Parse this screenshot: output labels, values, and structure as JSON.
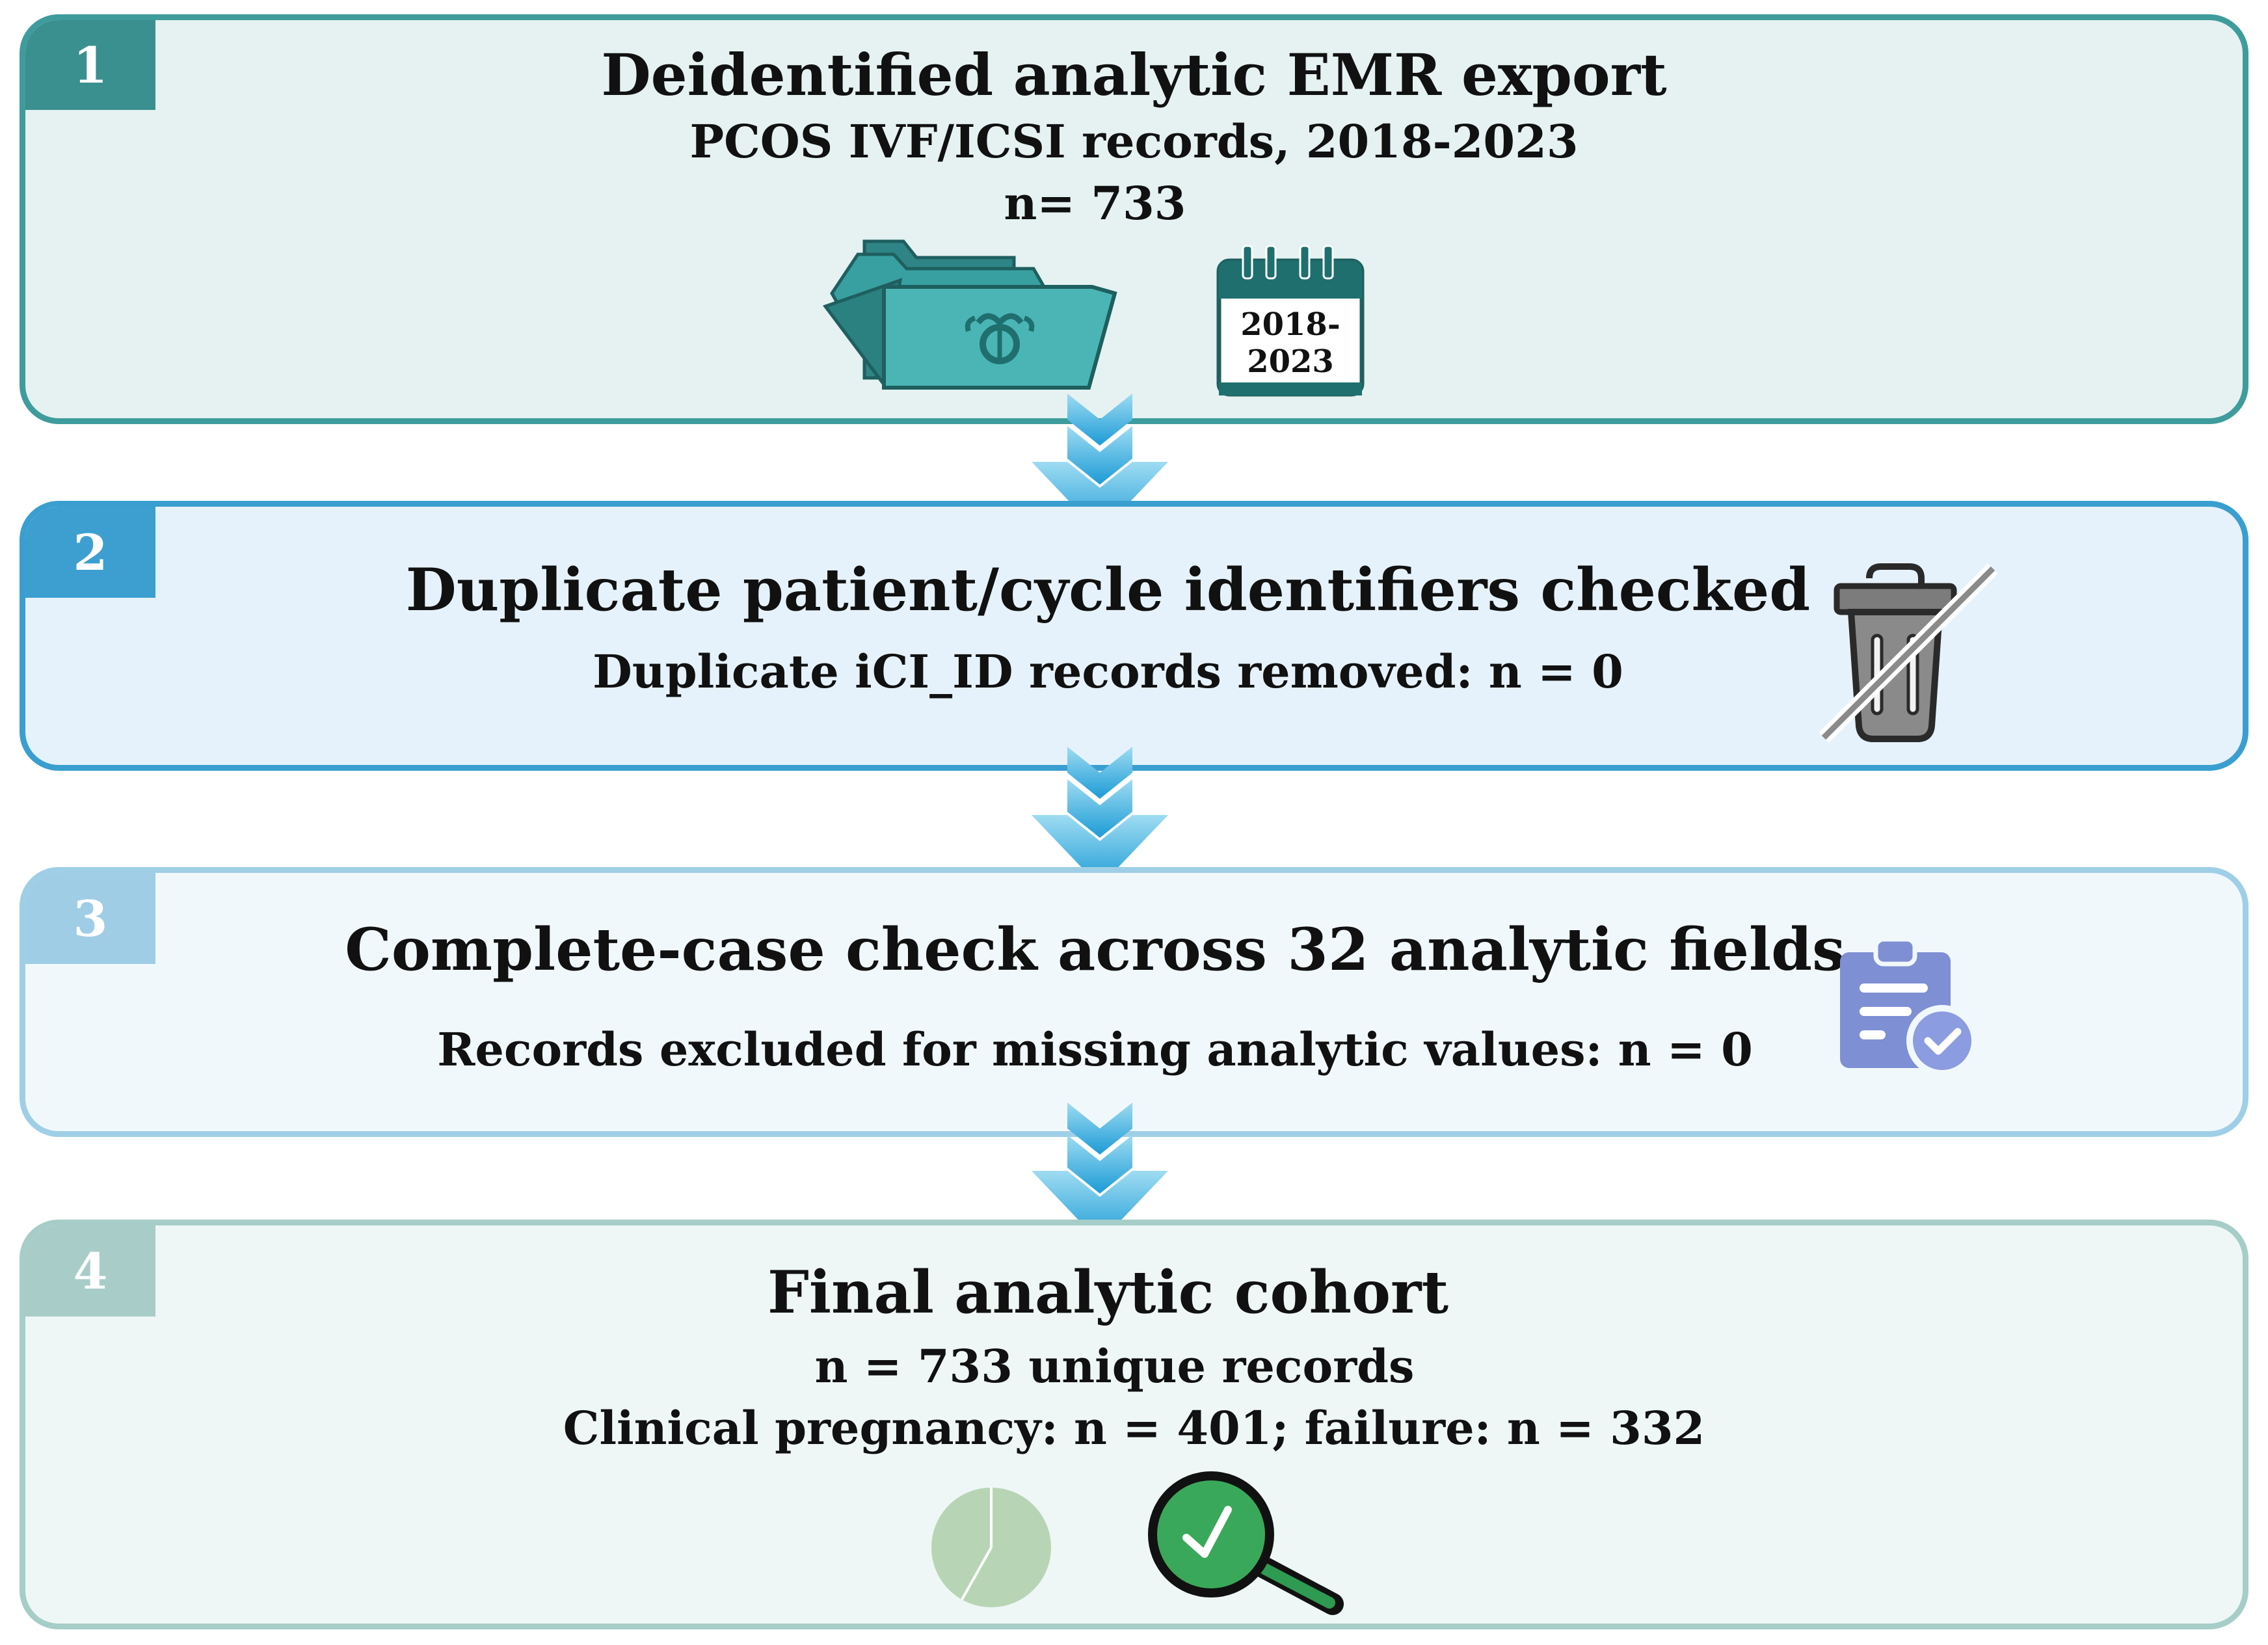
{
  "steps": [
    {
      "number": "1",
      "title": "Deidentified analytic EMR export",
      "line1": "PCOS IVF/ICSI records, 2018-2023",
      "line2": "n= 733",
      "calendar_line1": "2018-",
      "calendar_line2": "2023"
    },
    {
      "number": "2",
      "title": "Duplicate patient/cycle identifiers checked",
      "line1": "Duplicate iCI_ID records removed: n = 0"
    },
    {
      "number": "3",
      "title": "Complete-case check across 32 analytic fields",
      "line1": "Records excluded for missing analytic values: n = 0"
    },
    {
      "number": "4",
      "title": "Final analytic cohort",
      "line1": "n = 733 unique records",
      "line2": "Clinical pregnancy: n = 401; failure: n = 332"
    }
  ],
  "icons": [
    "folder-icon",
    "calendar-icon",
    "trash-crossed-icon",
    "clipboard-check-icon",
    "pie-chart-icon",
    "magnifier-check-icon"
  ],
  "colors": {
    "step1_border": "#3f9c9c",
    "step1_fill": "#e5f2f1",
    "step1_badge": "#3a8f8f",
    "step2_border": "#3a9fd0",
    "step2_fill": "#e6f2fb",
    "step2_badge": "#3c9fd0",
    "step3_border": "#9fcfe6",
    "step3_fill": "#f1f8fc",
    "step3_badge": "#9fcde6",
    "step4_border": "#a6cdc8",
    "step4_fill": "#eef7f6",
    "step4_badge": "#a8cdc8",
    "arrow": "#29a8dd"
  }
}
